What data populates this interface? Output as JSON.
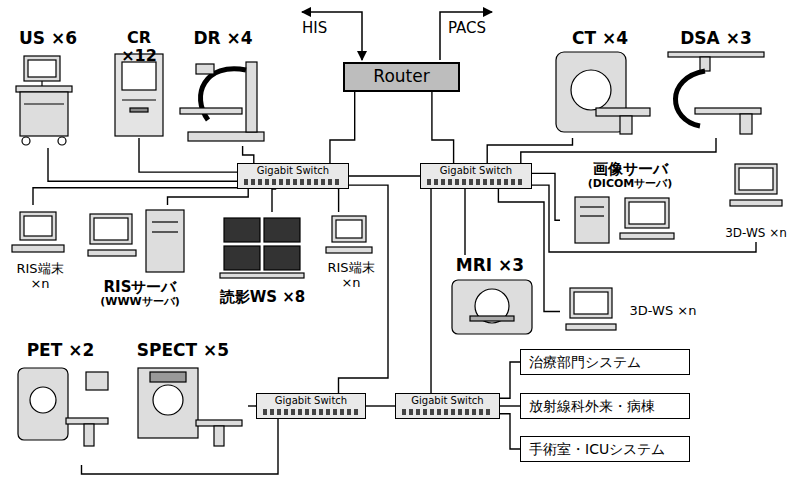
{
  "diagram": {
    "nodes": [
      {
        "text": [
          "Router"
        ]
      },
      {
        "text": [
          "Gigabit Switch"
        ]
      },
      {
        "text": [
          "Gigabit Switch"
        ]
      },
      {
        "text": [
          "Gigabit Switch"
        ]
      },
      {
        "text": [
          "Gigabit Switch"
        ]
      },
      {
        "text": [
          "US ×6"
        ]
      },
      {
        "text": [
          "CR ×12"
        ]
      },
      {
        "text": [
          "DR ×4"
        ]
      },
      {
        "text": [
          "CT ×4"
        ]
      },
      {
        "text": [
          "DSA ×3"
        ]
      },
      {
        "text": [
          "RIS端末 ×n"
        ]
      },
      {
        "text": [
          "RISサーバ",
          "(WWWサーバ)"
        ]
      },
      {
        "text": [
          "読影WS ×8"
        ]
      },
      {
        "text": [
          "RIS端末 ×n"
        ]
      },
      {
        "text": [
          "画像サーバ",
          "(DICOMサーバ)"
        ]
      },
      {
        "text": [
          "3D-WS ×n"
        ]
      },
      {
        "text": [
          "MRI ×3"
        ]
      },
      {
        "text": [
          "3D-WS ×n"
        ]
      },
      {
        "text": [
          "PET ×2"
        ]
      },
      {
        "text": [
          "SPECT ×5"
        ]
      },
      {
        "text": [
          "治療部門システム"
        ]
      },
      {
        "text": [
          "放射線科外来・病棟"
        ]
      },
      {
        "text": [
          "手術室・ICUシステム"
        ]
      }
    ],
    "edges": [
      {
        "from": 0,
        "to": 1,
        "arrow": "none"
      },
      {
        "from": 0,
        "to": 2,
        "arrow": "none"
      },
      {
        "from": 1,
        "to": 2,
        "arrow": "none"
      },
      {
        "from": 1,
        "to": 5,
        "arrow": "none"
      },
      {
        "from": 1,
        "to": 6,
        "arrow": "none"
      },
      {
        "from": 1,
        "to": 7,
        "arrow": "none"
      },
      {
        "from": 1,
        "to": 10,
        "arrow": "none"
      },
      {
        "from": 1,
        "to": 11,
        "arrow": "none"
      },
      {
        "from": 1,
        "to": 12,
        "arrow": "none"
      },
      {
        "from": 1,
        "to": 13,
        "arrow": "none"
      },
      {
        "from": 1,
        "to": 3,
        "arrow": "none"
      },
      {
        "from": 2,
        "to": 8,
        "arrow": "none"
      },
      {
        "from": 2,
        "to": 9,
        "arrow": "none"
      },
      {
        "from": 2,
        "to": 15,
        "arrow": "none"
      },
      {
        "from": 2,
        "to": 14,
        "arrow": "none"
      },
      {
        "from": 2,
        "to": 16,
        "arrow": "none"
      },
      {
        "from": 2,
        "to": 17,
        "arrow": "none"
      },
      {
        "from": 2,
        "to": 4,
        "arrow": "none"
      },
      {
        "from": 4,
        "to": 20,
        "arrow": "none"
      },
      {
        "from": 4,
        "to": 21,
        "arrow": "none"
      },
      {
        "from": 4,
        "to": 22,
        "arrow": "none"
      },
      {
        "from": 3,
        "to": 18,
        "arrow": "none"
      },
      {
        "from": 3,
        "to": 19,
        "arrow": "none"
      },
      {
        "from": 3,
        "to": 4,
        "arrow": "none"
      }
    ],
    "labels": [
      "HIS",
      "PACS"
    ]
  }
}
